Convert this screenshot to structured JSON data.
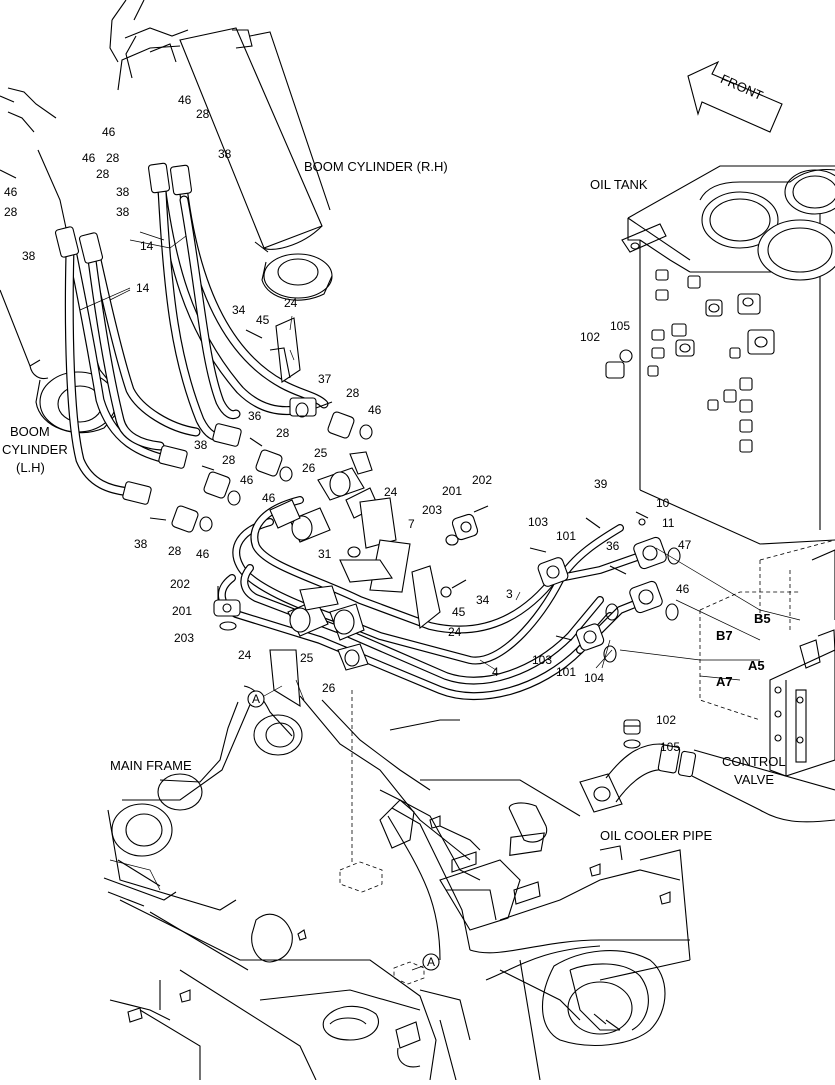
{
  "labels": {
    "boom_rh": "BOOM CYLINDER (R.H)",
    "boom_lh_1": "BOOM",
    "boom_lh_2": "CYLINDER",
    "boom_lh_3": "(L.H)",
    "oil_tank": "OIL TANK",
    "front": "FRONT",
    "main_frame": "MAIN FRAME",
    "control_valve_1": "CONTROL",
    "control_valve_2": "VALVE",
    "oil_cooler_pipe": "OIL COOLER PIPE",
    "port_b5": "B5",
    "port_b7": "B7",
    "port_a5": "A5",
    "port_a7": "A7",
    "ref_a": "A"
  },
  "parts": {
    "p46_a": "46",
    "p28_a": "28",
    "p46_b": "46",
    "p28_b": "28",
    "p38_a": "38",
    "p46_c": "46",
    "p28_c": "28",
    "p46_d": "46",
    "p28_d": "28",
    "p38_b": "38",
    "p38_c": "38",
    "p38_d": "38",
    "p14_a": "14",
    "p14_b": "14",
    "p34_a": "34",
    "p45_a": "45",
    "p24_a": "24",
    "p37": "37",
    "p28_e": "28",
    "p46_e": "46",
    "p36_a": "36",
    "p28_f": "28",
    "p38_e": "38",
    "p28_g": "28",
    "p26_a": "26",
    "p25_a": "25",
    "p46_f": "46",
    "p46_g": "46",
    "p38_f": "38",
    "p28_h": "28",
    "p46_h": "46",
    "p24_b": "24",
    "p7": "7",
    "p201_a": "201",
    "p202_a": "202",
    "p203_a": "203",
    "p31": "31",
    "p45_b": "45",
    "p34_b": "34",
    "p24_c": "24",
    "p3": "3",
    "p202_b": "202",
    "p201_b": "201",
    "p203_b": "203",
    "p25_b": "25",
    "p24_d": "24",
    "p26_b": "26",
    "p4": "4",
    "p39": "39",
    "p10": "10",
    "p11": "11",
    "p103_a": "103",
    "p101_a": "101",
    "p36_b": "36",
    "p47": "47",
    "p46_i": "46",
    "p103_b": "103",
    "p101_b": "101",
    "p104": "104",
    "p102_a": "102",
    "p105_a": "105",
    "p102_b": "102",
    "p105_b": "105"
  }
}
